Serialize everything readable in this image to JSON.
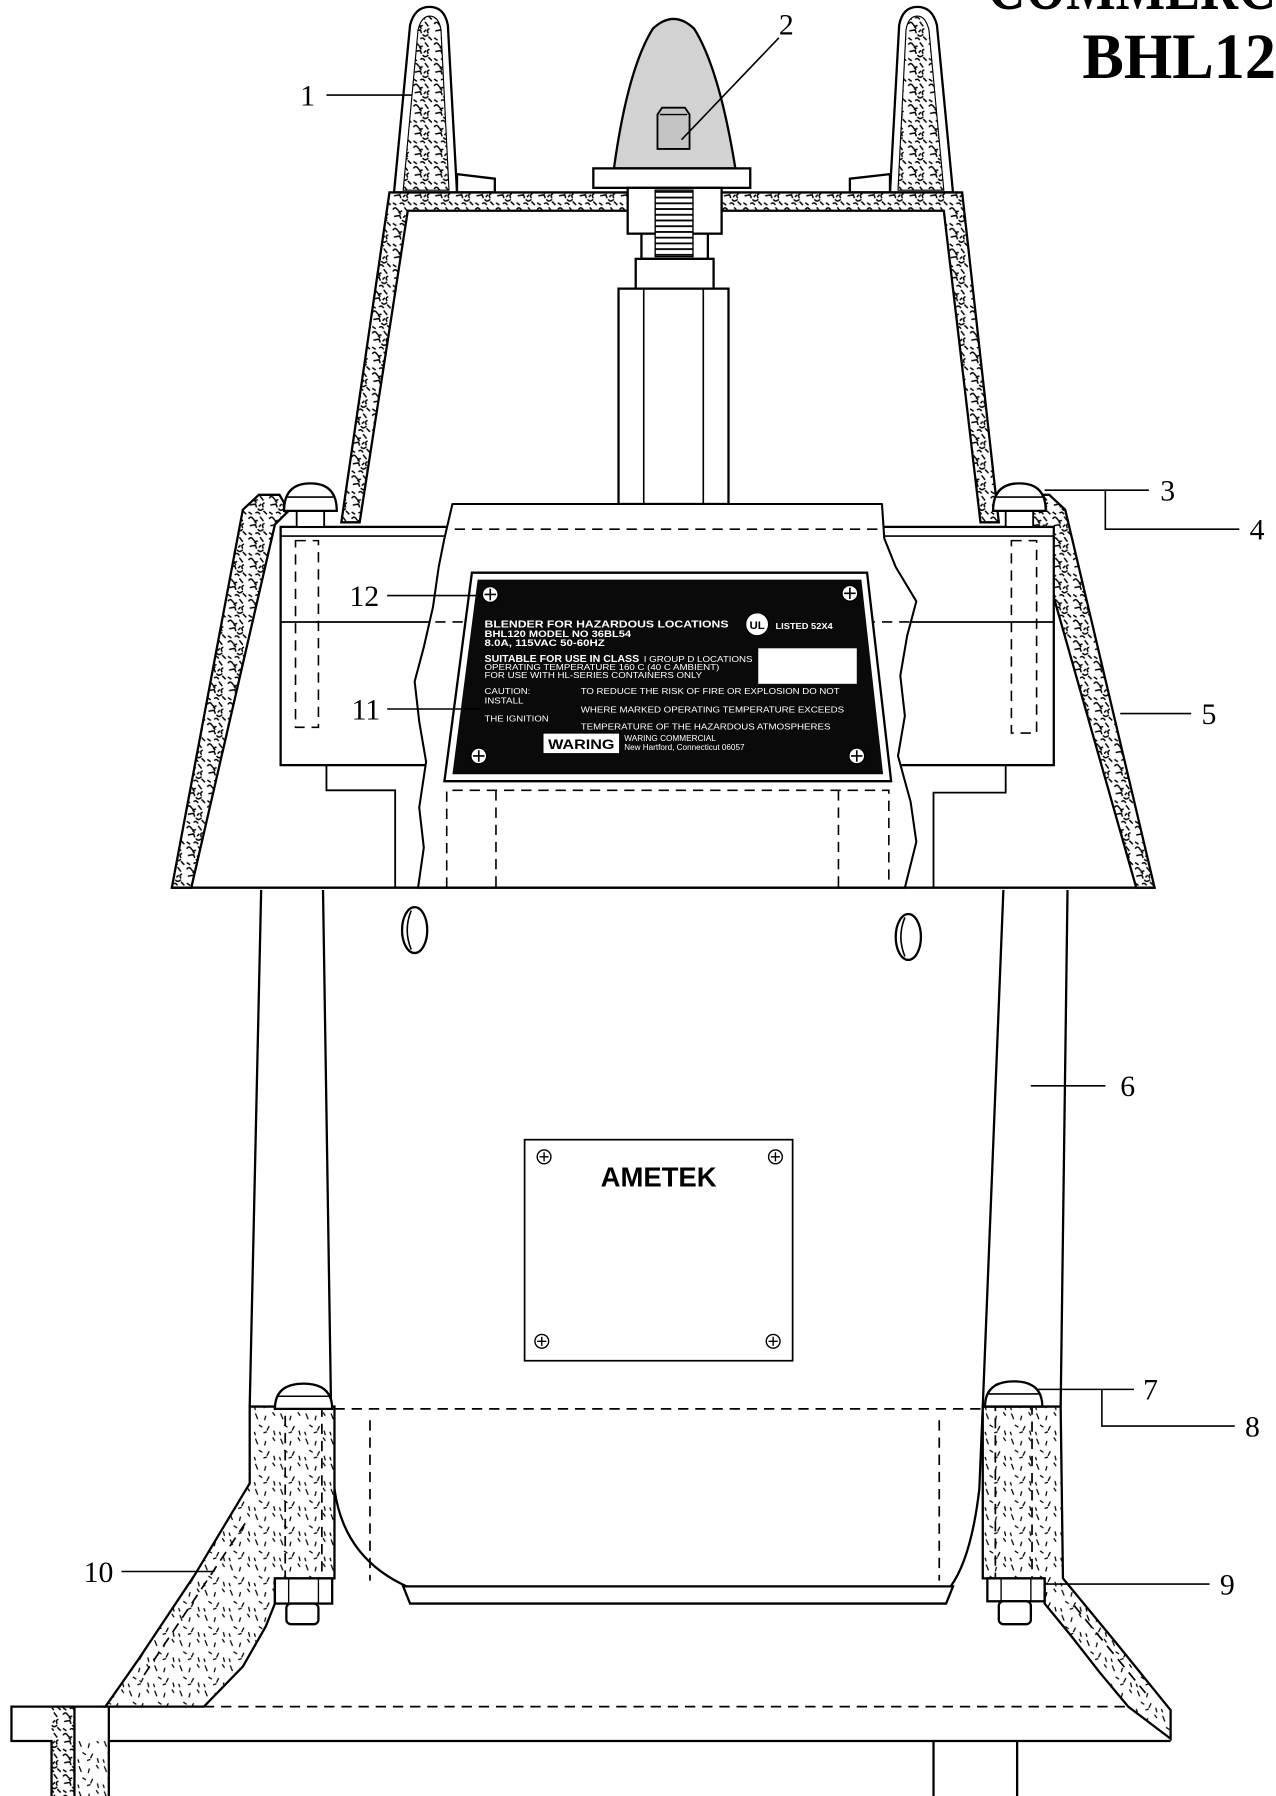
{
  "title": {
    "line1": "COMMERC",
    "line2": "BHL12"
  },
  "callouts": {
    "n1": "1",
    "n2": "2",
    "n3": "3",
    "n4": "4",
    "n5": "5",
    "n6": "6",
    "n7": "7",
    "n8": "8",
    "n9": "9",
    "n10": "10",
    "n11": "11",
    "n12": "12"
  },
  "nameplate": {
    "line1": "BLENDER FOR HAZARDOUS LOCATIONS",
    "line2": "BHL120 MODEL NO 36BL54",
    "line3": "8.0A, 115VAC  50-60HZ",
    "suitable": "SUITABLE FOR USE IN CLASS",
    "group": "I GROUP D LOCATIONS",
    "op_temp": "OPERATING TEMPERATURE 160 C (40 C AMBIENT)",
    "containers": "FOR USE WITH HL-SERIES CONTAINERS ONLY",
    "caution": "CAUTION:",
    "install": "INSTALL",
    "ignition": "THE IGNITION",
    "warning1": "TO REDUCE THE RISK OF FIRE OR EXPLOSION DO NOT",
    "warning2": "WHERE MARKED OPERATING TEMPERATURE EXCEEDS",
    "warning3": "TEMPERATURE OF THE HAZARDOUS ATMOSPHERES",
    "ul_logo": "UL",
    "listed": "LISTED 52X4",
    "brand_logo": "WARING",
    "company": "WARING COMMERCIAL",
    "address": "New Hartford, Connecticut 06057"
  },
  "motor_plate": {
    "brand": "AMETEK"
  },
  "colors": {
    "ink": "#000000",
    "paper": "#ffffff",
    "coupling_gray": "#d2d2d2",
    "nameplate_black": "#0a0a0a"
  }
}
